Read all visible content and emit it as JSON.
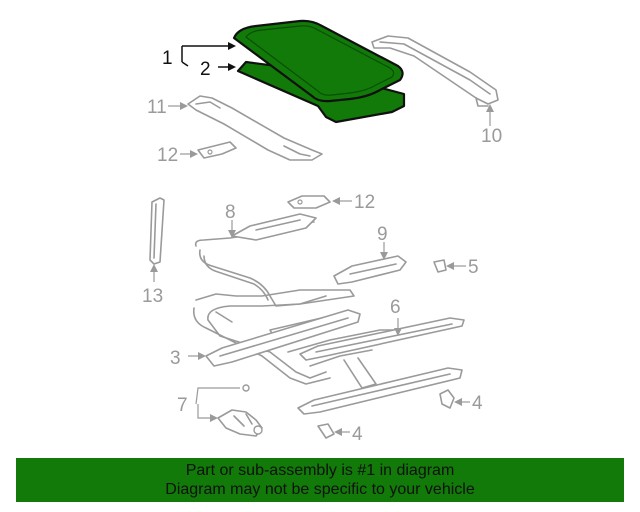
{
  "diagram": {
    "callouts": {
      "c1": "1",
      "c2": "2",
      "c3": "3",
      "c4a": "4",
      "c4b": "4",
      "c5": "5",
      "c6": "6",
      "c7": "7",
      "c8": "8",
      "c9": "9",
      "c10": "10",
      "c11": "11",
      "c12a": "12",
      "c12b": "12",
      "c13": "13"
    },
    "highlight_color": "#117a08",
    "part_line_color": "#9a9a9a"
  },
  "banner": {
    "line1": "Part or sub-assembly is #1 in diagram",
    "line2": "Diagram may not be specific to your vehicle",
    "background": "#117a08"
  }
}
